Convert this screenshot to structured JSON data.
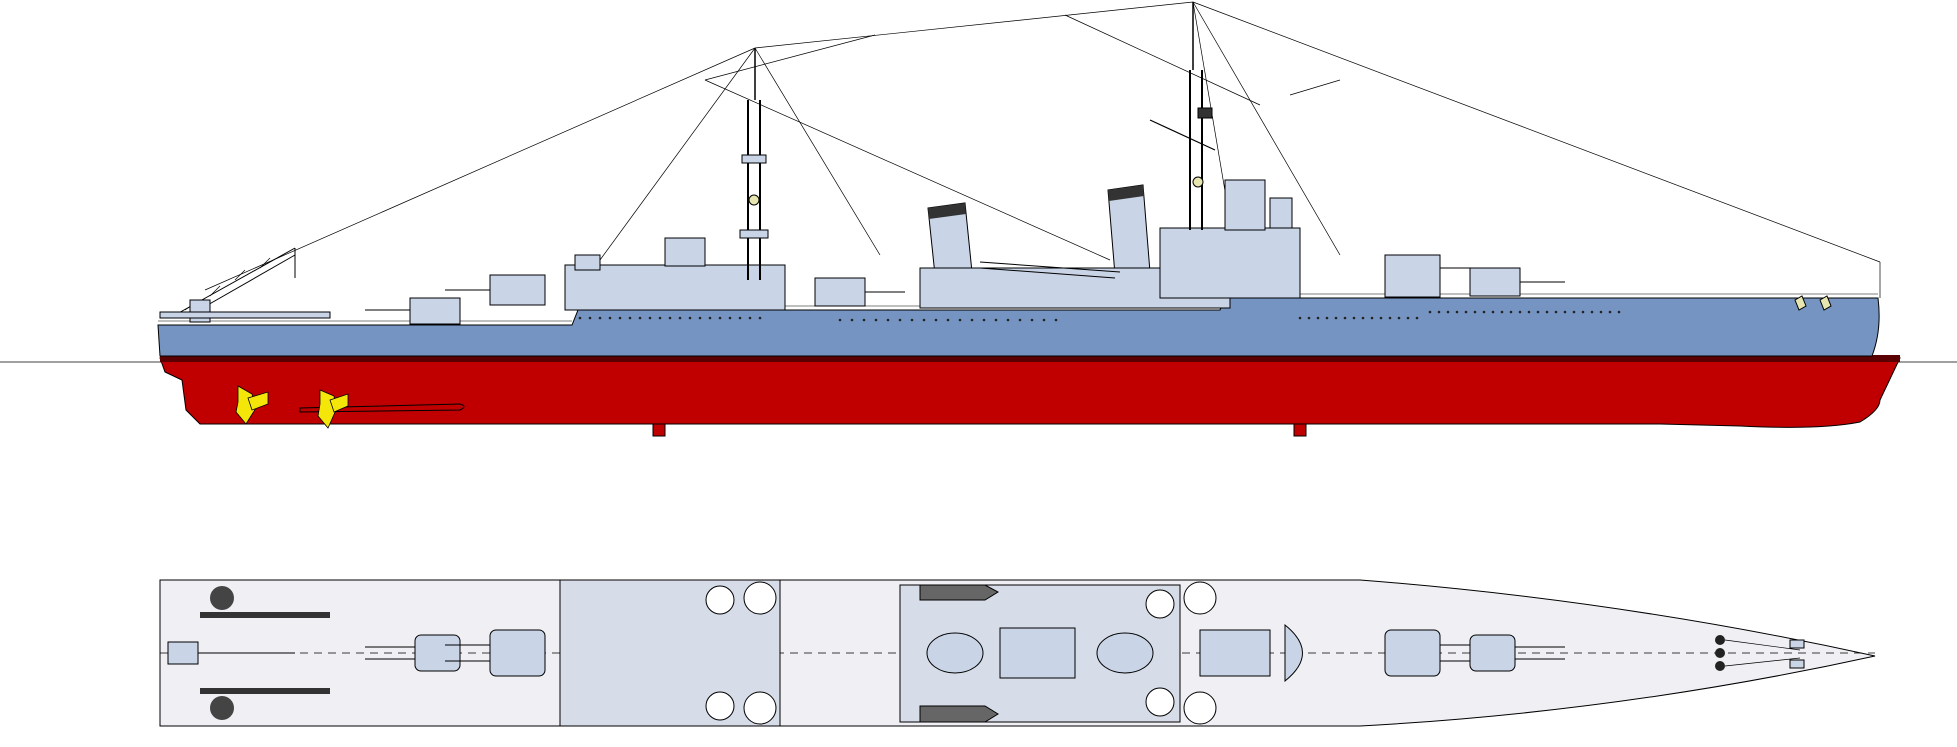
{
  "drawing": {
    "subject": "",
    "views": [
      "profile",
      "plan"
    ]
  },
  "colors": {
    "background": "#ffffff",
    "hull_upper": "#7694c1",
    "hull_lower": "#c00000",
    "boot_top": "#5a0000",
    "superstructure": "#c9d4e6",
    "superstructure_dark": "#a9b7cc",
    "deck_plan": "#efeff4",
    "propeller": "#f5e60a",
    "funnel_cap": "#333333",
    "outline": "#000000"
  },
  "icons": [
    "propeller",
    "crane",
    "gun-turret",
    "funnel",
    "mast",
    "anchor",
    "rudder",
    "boat"
  ]
}
